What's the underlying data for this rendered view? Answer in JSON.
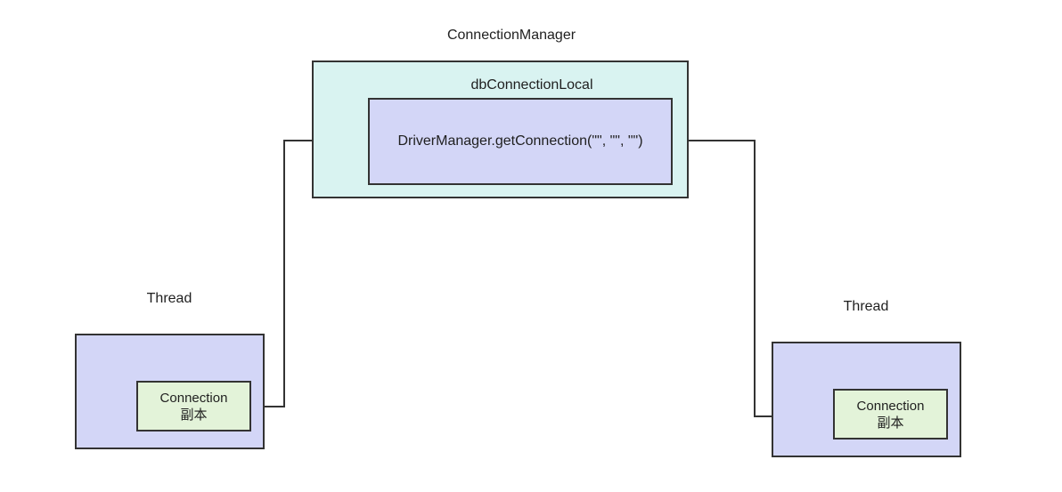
{
  "colors": {
    "connection_manager_fill": "#d9f3f1",
    "driver_manager_fill": "#d3d6f7",
    "thread_fill": "#d3d6f7",
    "connection_fill": "#e3f3d9",
    "stroke": "#333333"
  },
  "connection_manager": {
    "title": "ConnectionManager",
    "local_label": "dbConnectionLocal",
    "driver_call": "DriverManager.getConnection(\"\", \"\", \"\")"
  },
  "threads": [
    {
      "title": "Thread",
      "connection_line1": "Connection",
      "connection_line2": "副本"
    },
    {
      "title": "Thread",
      "connection_line1": "Connection",
      "connection_line2": "副本"
    }
  ]
}
